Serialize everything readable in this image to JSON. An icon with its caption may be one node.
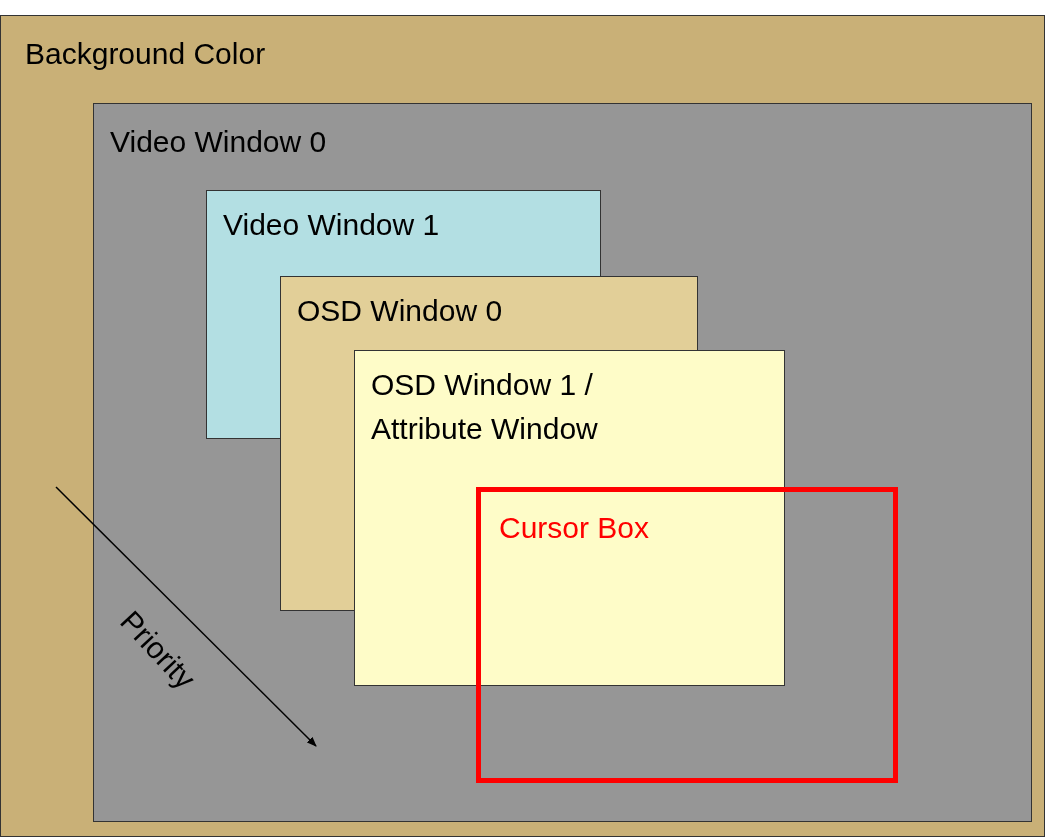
{
  "diagram": {
    "nodes": [
      {
        "text": [
          "Background Color"
        ]
      },
      {
        "text": [
          "Video Window 0"
        ],
        "in": 0
      },
      {
        "text": [
          "Video Window 1"
        ],
        "in": 1
      },
      {
        "text": [
          "OSD Window 0"
        ],
        "in": 1
      },
      {
        "text": [
          "OSD Window 1 / Attribute Window"
        ],
        "in": 1
      },
      {
        "text": [
          "Cursor Box"
        ],
        "in": 1
      }
    ],
    "labels": [
      "Priority"
    ]
  }
}
